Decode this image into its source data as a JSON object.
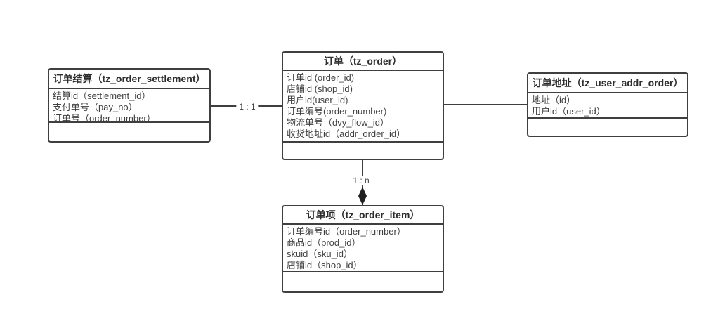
{
  "diagram": {
    "entities": {
      "settlement": {
        "title": "订单结算（tz_order_settlement）",
        "fields": [
          "结算id（settlement_id）",
          "支付单号（pay_no）",
          "订单号（order_number）"
        ]
      },
      "order": {
        "title": "订单（tz_order）",
        "fields": [
          "订单id (order_id)",
          "店铺id (shop_id)",
          "用户id(user_id)",
          "订单编号(order_number)",
          "物流单号（dvy_flow_id）",
          "收货地址id（addr_order_id）"
        ]
      },
      "address": {
        "title": "订单地址（tz_user_addr_order）",
        "fields": [
          "地址（id）",
          "用户id（user_id）"
        ]
      },
      "item": {
        "title": "订单项（tz_order_item）",
        "fields": [
          "订单编号id（order_number）",
          "商品id（prod_id）",
          "skuid（sku_id）",
          "店铺id（shop_id）"
        ]
      }
    },
    "relations": {
      "settlement_to_order": {
        "label": "1 : 1"
      },
      "order_to_item": {
        "label": "1 : n"
      }
    },
    "colors": {
      "border": "#3f3f3f",
      "text": "#3f3f3f",
      "arrow_fill": "#1f1f1f",
      "background": "#ffffff"
    }
  }
}
